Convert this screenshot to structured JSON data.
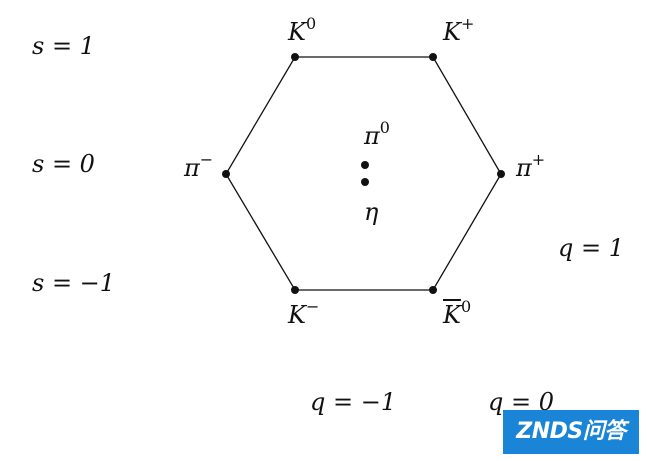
{
  "strangeness_labels": [
    "s = 1",
    "s = 0",
    "s = −1"
  ],
  "charge_labels": [
    "q = 1",
    "q = −1",
    "q = 0"
  ],
  "particles": {
    "k0": {
      "base": "K",
      "sup": "0"
    },
    "kplus": {
      "base": "K",
      "sup": "+"
    },
    "piminus": {
      "base": "π",
      "sup": "−"
    },
    "piplus": {
      "base": "π",
      "sup": "+"
    },
    "kminus": {
      "base": "K",
      "sup": "−"
    },
    "k0bar": {
      "base": "K",
      "sup": "0"
    },
    "pi0": {
      "base": "π",
      "sup": "0"
    },
    "eta": {
      "base": "η",
      "sup": ""
    }
  },
  "watermark": "ZNDS问答",
  "colors": {
    "line": "#111111",
    "watermark_bg": "#1a84d6"
  }
}
